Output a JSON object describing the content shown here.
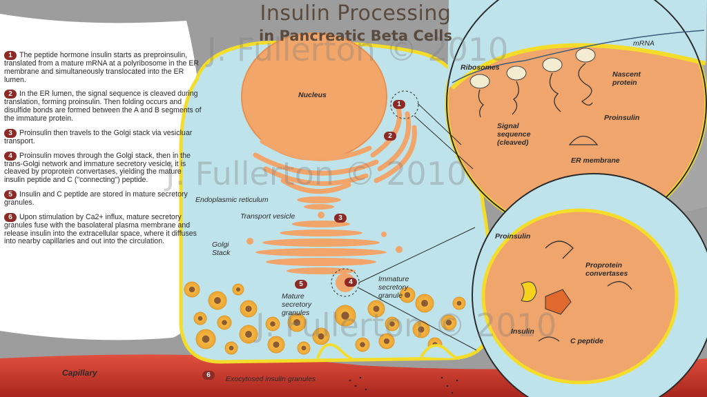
{
  "title": "Insulin Processing",
  "subtitle": "in Pancreatic Beta Cells",
  "steps": [
    {
      "n": "1",
      "text": "The peptide hormone insulin starts as preproinsulin, translated from a mature mRNA at a polyribosome in the ER membrane and simultaneously translocated into the ER lumen."
    },
    {
      "n": "2",
      "text": "In the ER lumen, the signal sequence is cleaved during translation, forming proinsulin. Then folding occurs and disulfide bonds are formed between the A and B segments of the immature protein."
    },
    {
      "n": "3",
      "text": "Proinsulin then travels to the Golgi stack via vesicluar transport."
    },
    {
      "n": "4",
      "text": "Proinsulin moves through the Golgi stack, then in the trans-Golgi network and immature secretory vesicle, it is cleaved by proprotein convertases, yielding the mature insulin peptide and C (\"connecting\") peptide."
    },
    {
      "n": "5",
      "text": "Insulin and C peptide are stored in mature secretory granules."
    },
    {
      "n": "6",
      "text": "Upon stimulation by Ca2+ influx, mature secretory granules fuse with the basolateral plasma membrane and release insulin into the extracellular space, where it diffuses into nearby capillaries and out into the circulation."
    }
  ],
  "labels": {
    "nucleus": "Nucleus",
    "er": "Endoplasmic reticulum",
    "transport_vesicle": "Transport vesicle",
    "golgi_1": "Golgi",
    "golgi_2": "Stack",
    "immature_1": "Immature",
    "immature_2": "secretory",
    "immature_3": "granule",
    "mature_1": "Mature",
    "mature_2": "secretory",
    "mature_3": "granules",
    "capillary": "Capillary",
    "exocytosed": "Exocytosed insulin granules",
    "mrna": "mRNA",
    "ribosomes": "Ribosomes",
    "nascent_1": "Nascent",
    "nascent_2": "protein",
    "proinsulin_top": "Proinsulin",
    "signal_1": "Signal",
    "signal_2": "sequence",
    "signal_3": "(cleaved)",
    "er_membrane": "ER membrane",
    "proinsulin_bottom": "Proinsulin",
    "proprotein_1": "Proprotein",
    "proprotein_2": "convertases",
    "insulin": "Insulin",
    "c_peptide": "C peptide"
  },
  "badges": {
    "b1": "1",
    "b2": "2",
    "b3": "3",
    "b4": "4",
    "b5": "5",
    "b6": "6"
  },
  "watermark": "J. Fullerton © 2010",
  "colors": {
    "cytoplasm": "#bfe3ea",
    "membrane": "#f4dc2a",
    "organelle": "#f2a56b",
    "nucleus": "#f2a66a",
    "granule_core": "#8a5a35",
    "badge": "#8e2a25",
    "capillary": "#c93a2c",
    "background": "#9b9b9b",
    "panel": "#ffffff"
  }
}
